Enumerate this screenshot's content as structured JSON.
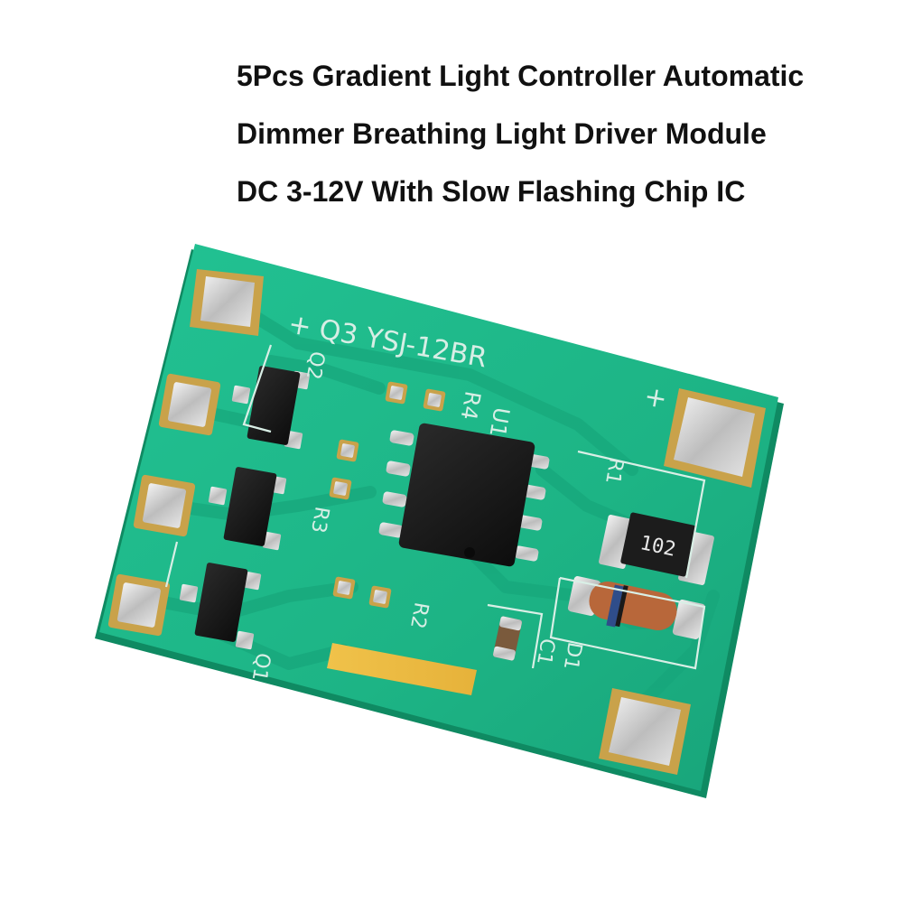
{
  "product_title": {
    "line1": "5Pcs Gradient Light Controller Automatic",
    "line2": "Dimmer Breathing Light Driver Module",
    "line3": "DC 3-12V With Slow Flashing Chip IC"
  },
  "board": {
    "model_marking": "+ Q3 YSJ-12BR",
    "plus_marking": "+",
    "resistor_code": "102",
    "labels": {
      "q2": "Q2",
      "q1": "Q1",
      "u1": "U1",
      "r4": "R4",
      "r1": "R1",
      "r3": "R3",
      "r2": "R2",
      "c1": "C1",
      "d1": "D1"
    }
  },
  "colors": {
    "pcb": "#1fb889",
    "pcb_edge": "#149a6f",
    "pad": "#c8c8c8",
    "pad_ring": "#c9a24a",
    "chip": "#151515"
  }
}
